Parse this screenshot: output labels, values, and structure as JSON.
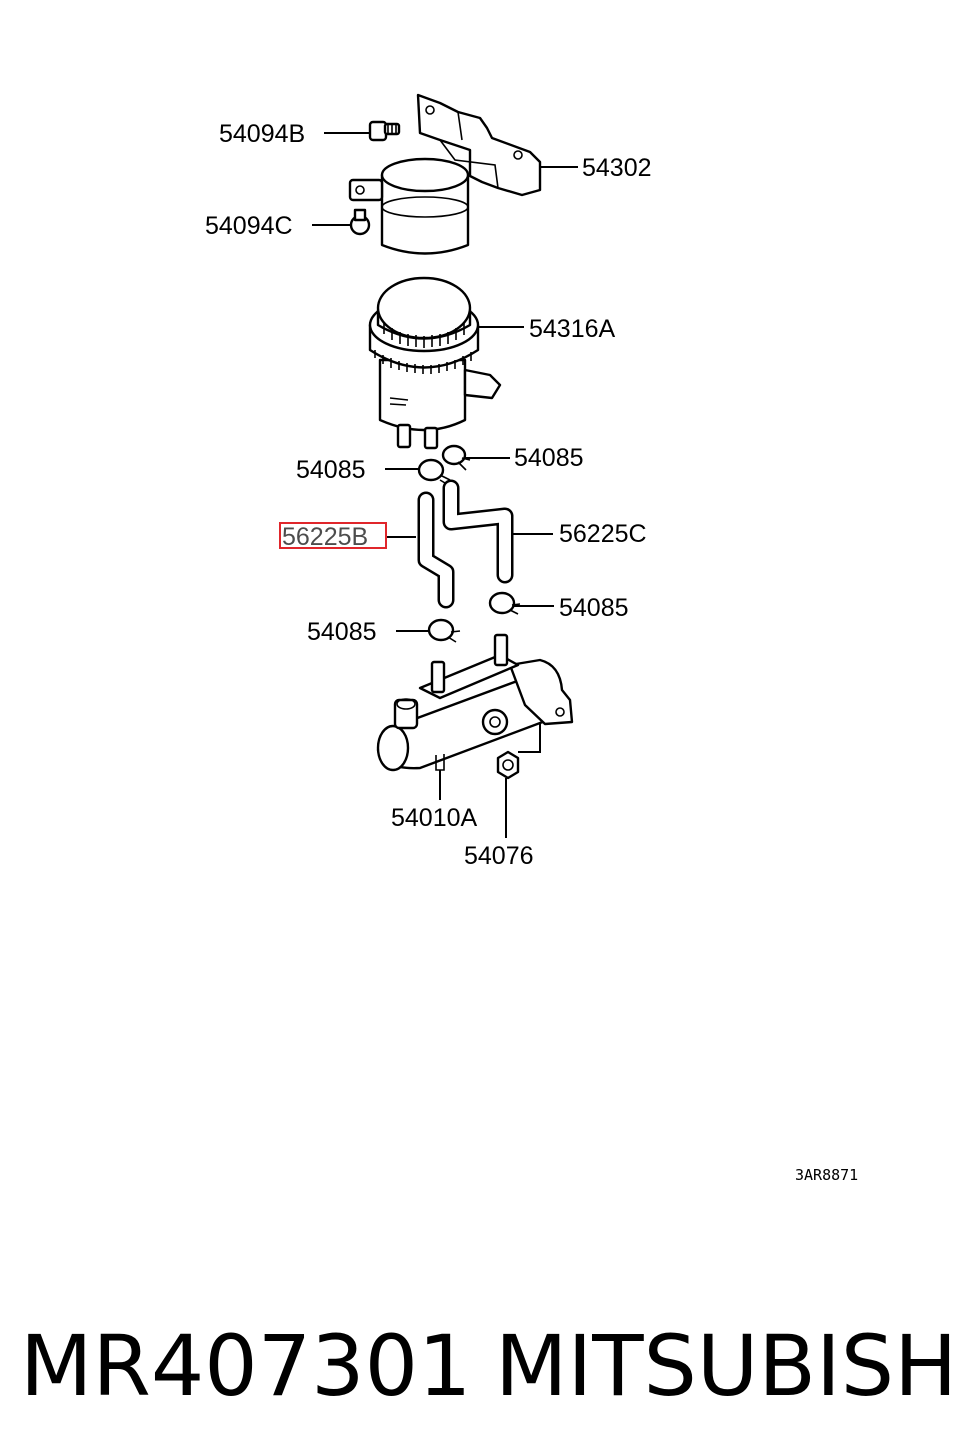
{
  "callouts": {
    "bolt_b": "54094B",
    "bracket": "54302",
    "bolt_c": "54094C",
    "reservoir": "54316A",
    "clamp_upper_left": "54085",
    "clamp_upper_right": "54085",
    "hose_b": "56225B",
    "hose_c": "56225C",
    "clamp_lower_right": "54085",
    "clamp_lower_left": "54085",
    "master_cylinder": "54010A",
    "nut": "54076"
  },
  "highlight": {
    "part": "56225B",
    "color": "#e0262b"
  },
  "drawing_code": "3AR8871",
  "footer": {
    "part_number": "MR407301",
    "brand": "MITSUBISHI"
  }
}
